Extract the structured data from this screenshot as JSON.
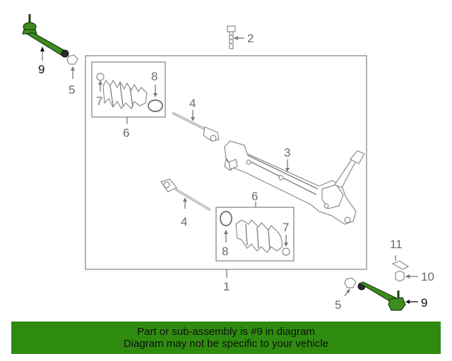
{
  "callouts": {
    "c1": "1",
    "c2": "2",
    "c3": "3",
    "c4a": "4",
    "c4b": "4",
    "c5a": "5",
    "c5b": "5",
    "c6a": "6",
    "c6b": "6",
    "c7a": "7",
    "c7b": "7",
    "c8a": "8",
    "c8b": "8",
    "c9a": "9",
    "c9b": "9",
    "c10": "10",
    "c11": "11"
  },
  "banner": {
    "line1": "Part or sub-assembly is #9 in diagram",
    "line2": "Diagram may not be specific to your vehicle"
  },
  "colors": {
    "highlight": "#3c8c1e",
    "banner": "#2e8b0f",
    "lines": "#7a7a7a"
  }
}
